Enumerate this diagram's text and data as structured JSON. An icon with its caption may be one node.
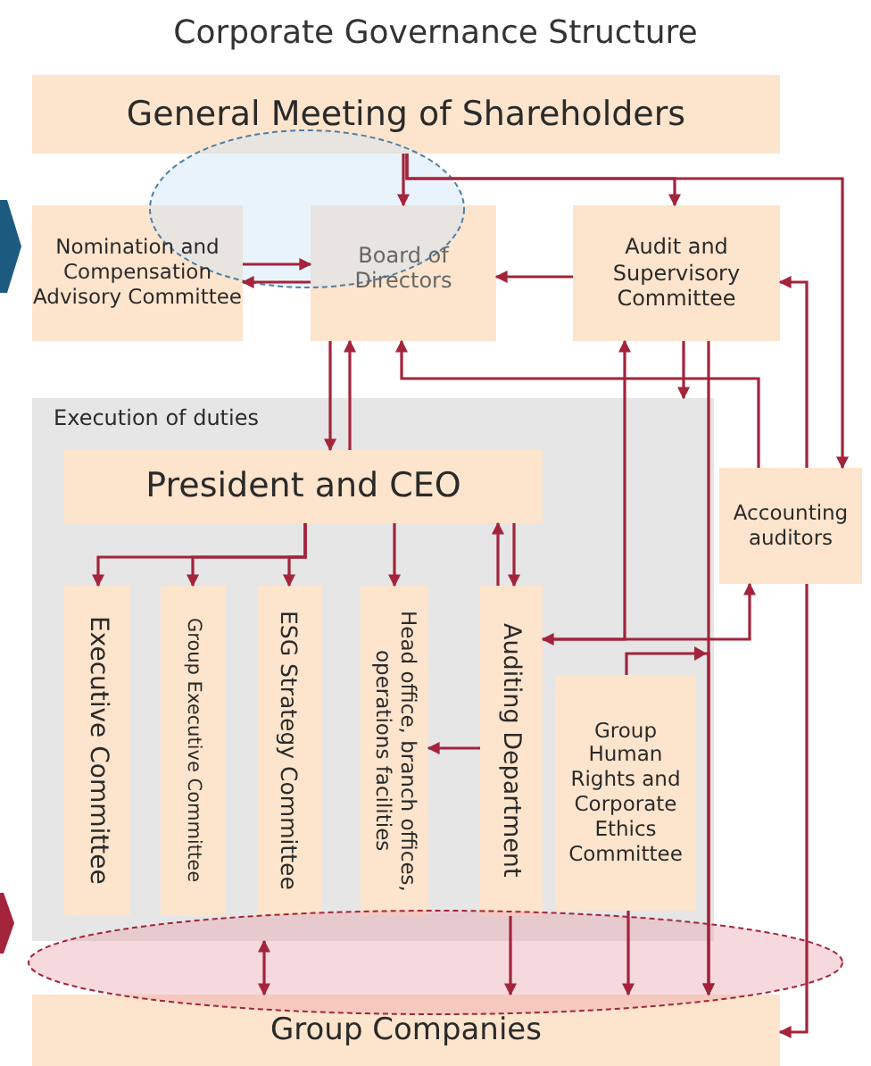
{
  "diagram": {
    "title": "Corporate Governance Structure",
    "nodes": [
      {
        "text": [
          "General Meeting of Shareholders"
        ]
      },
      {
        "text": [
          "Nomination and Compensation Advisory Committee"
        ]
      },
      {
        "text": [
          "Board of Directors"
        ]
      },
      {
        "text": [
          "Audit and Supervisory Committee"
        ]
      },
      {
        "text": [
          "Execution of duties"
        ]
      },
      {
        "text": [
          "President and CEO"
        ],
        "in": 4
      },
      {
        "text": [
          "Executive Committee"
        ],
        "in": 4
      },
      {
        "text": [
          "Group Executive Committee"
        ],
        "in": 4
      },
      {
        "text": [
          "ESG Strategy Committee"
        ],
        "in": 4
      },
      {
        "text": [
          "Head office, branch offices, operations facilities"
        ],
        "in": 4
      },
      {
        "text": [
          "Auditing Department"
        ],
        "in": 4
      },
      {
        "text": [
          "Group Human Rights and Corporate Ethics Committee"
        ],
        "in": 4
      },
      {
        "text": [
          "Accounting auditors"
        ]
      },
      {
        "text": [
          "Group Companies"
        ]
      }
    ],
    "edges": [
      {
        "from": 0,
        "to": 2,
        "arrow": "to"
      },
      {
        "from": 0,
        "to": 3,
        "arrow": "to"
      },
      {
        "from": 0,
        "to": 12,
        "arrow": "to"
      },
      {
        "from": 1,
        "to": 2,
        "arrow": "to"
      },
      {
        "from": 2,
        "to": 1,
        "arrow": "to"
      },
      {
        "from": 3,
        "to": 2,
        "arrow": "to"
      },
      {
        "from": 12,
        "to": 3,
        "arrow": "to"
      },
      {
        "from": 12,
        "to": 2,
        "arrow": "to"
      },
      {
        "from": 3,
        "to": 4,
        "arrow": "to"
      },
      {
        "from": 3,
        "to": 13,
        "arrow": "to"
      },
      {
        "from": 12,
        "to": 13,
        "arrow": "to"
      },
      {
        "from": 2,
        "to": 5,
        "arrow": "to"
      },
      {
        "from": 5,
        "to": 2,
        "arrow": "to"
      },
      {
        "from": 5,
        "to": 6,
        "arrow": "to"
      },
      {
        "from": 5,
        "to": 7,
        "arrow": "to"
      },
      {
        "from": 5,
        "to": 8,
        "arrow": "to"
      },
      {
        "from": 5,
        "to": 9,
        "arrow": "to"
      },
      {
        "from": 10,
        "to": 5,
        "arrow": "to"
      },
      {
        "from": 5,
        "to": 10,
        "arrow": "to"
      },
      {
        "from": 10,
        "to": 9,
        "arrow": "to"
      },
      {
        "from": 10,
        "to": 12,
        "arrow": "both"
      },
      {
        "from": 10,
        "to": 3,
        "arrow": "to"
      },
      {
        "from": 11,
        "to": 13,
        "arrow": "to"
      },
      {
        "from": 10,
        "to": 13,
        "arrow": "to"
      },
      {
        "from": 11,
        "to": 13,
        "arrow": "to"
      },
      {
        "from": 4,
        "to": 13,
        "arrow": "both"
      }
    ]
  }
}
